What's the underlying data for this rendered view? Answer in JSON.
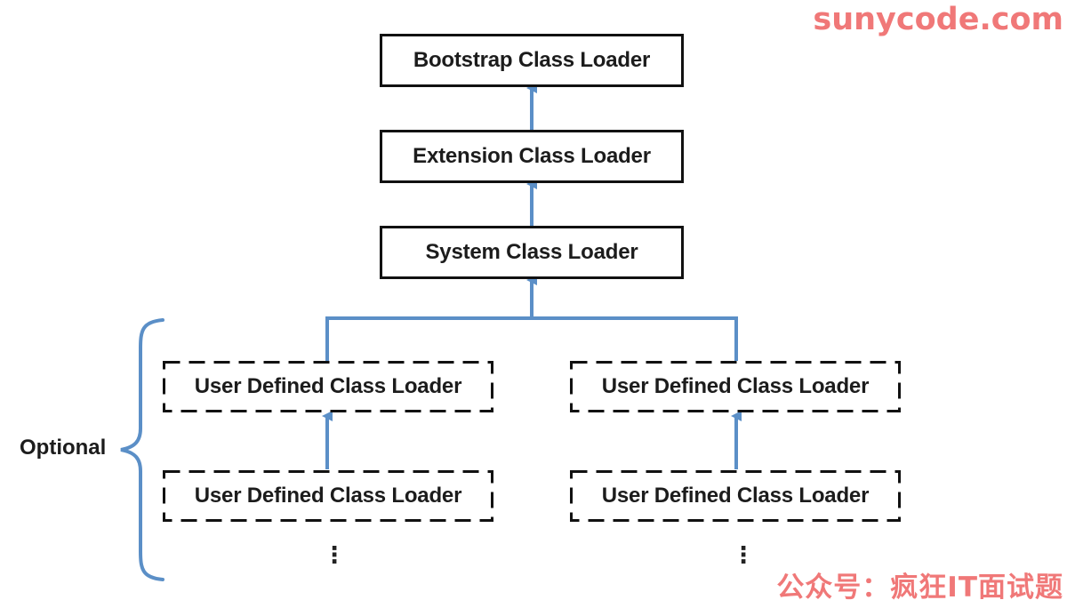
{
  "watermarks": {
    "top": "sunycode.com",
    "bottom": "公众号：疯狂IT面试题"
  },
  "nodes": {
    "bootstrap": "Bootstrap Class Loader",
    "extension": "Extension Class Loader",
    "system": "System Class Loader",
    "user_left_1": "User Defined Class Loader",
    "user_left_2": "User Defined Class Loader",
    "user_right_1": "User Defined Class Loader",
    "user_right_2": "User Defined Class Loader"
  },
  "optional_label": "Optional",
  "ellipsis": "⋮",
  "colors": {
    "arrow": "#5b8fc7",
    "border": "#111111",
    "watermark": "#f07878"
  }
}
